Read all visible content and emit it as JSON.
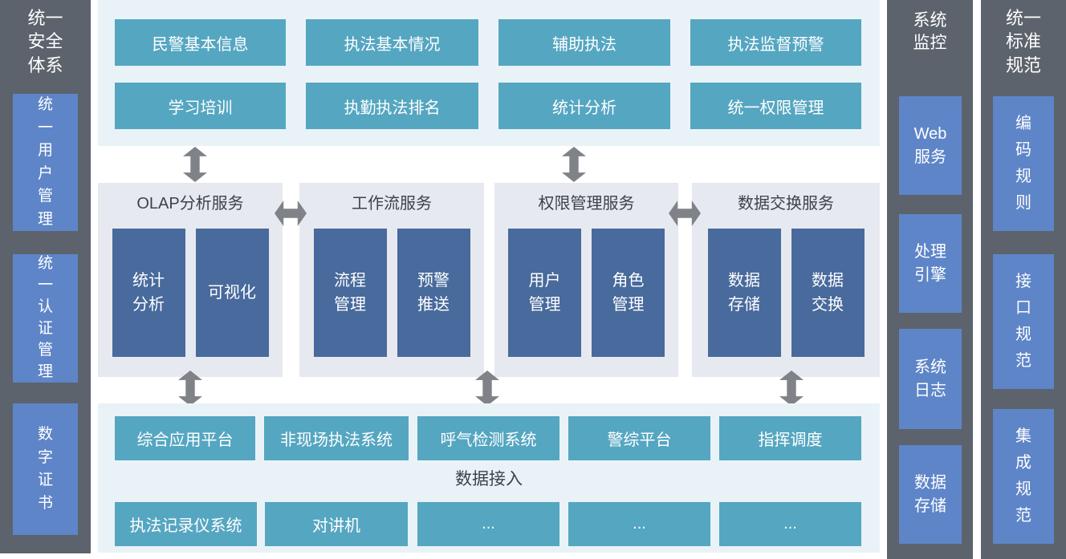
{
  "left_sidebar": {
    "title": "统一\n安全\n体系",
    "items": [
      {
        "label": "统\n一\n用\n户\n管\n理"
      },
      {
        "label": "统\n一\n认\n证\n管\n理"
      },
      {
        "label": "数\n字\n证\n书"
      }
    ]
  },
  "application_layer": {
    "row1": [
      "民警基本信息",
      "执法基本情况",
      "辅助执法",
      "执法监督预警"
    ],
    "row2": [
      "学习培训",
      "执勤执法排名",
      "统计分析",
      "统一权限管理"
    ]
  },
  "service_layer": {
    "groups": [
      {
        "title": "OLAP分析服务",
        "modules": [
          "统计\n分析",
          "可视化"
        ]
      },
      {
        "title": "工作流服务",
        "modules": [
          "流程\n管理",
          "预警\n推送"
        ]
      },
      {
        "title": "权限管理服务",
        "modules": [
          "用户\n管理",
          "角色\n管理"
        ]
      },
      {
        "title": "数据交换服务",
        "modules": [
          "数据\n存储",
          "数据\n交换"
        ]
      }
    ]
  },
  "access_layer": {
    "label": "数据接入",
    "row1": [
      "综合应用平台",
      "非现场执法系统",
      "呼气检测系统",
      "警综平台",
      "指挥调度"
    ],
    "row2": [
      "执法记录仪系统",
      "对讲机",
      "...",
      "...",
      "..."
    ]
  },
  "monitor_sidebar": {
    "title": "系统\n监控",
    "items": [
      {
        "label": "Web\n服务"
      },
      {
        "label": "处理\n引擎"
      },
      {
        "label": "系统\n日志"
      },
      {
        "label": "数据\n存储"
      }
    ]
  },
  "standard_sidebar": {
    "title": "统一\n标准\n规范",
    "items": [
      {
        "label": "编\n码\n规\n则"
      },
      {
        "label": "接\n口\n规\n范"
      },
      {
        "label": "集\n成\n规\n范"
      }
    ]
  },
  "colors": {
    "column_dark": "#5c636c",
    "pill_blue": "#5e85c8",
    "button_teal": "#55a6c1",
    "section_light_blue": "#e9f3f7",
    "section_lavender": "#e7e9f0",
    "module_dark_blue": "#486a9c",
    "arrow_gray": "#7f8387",
    "heading_text": "#3d424a"
  }
}
